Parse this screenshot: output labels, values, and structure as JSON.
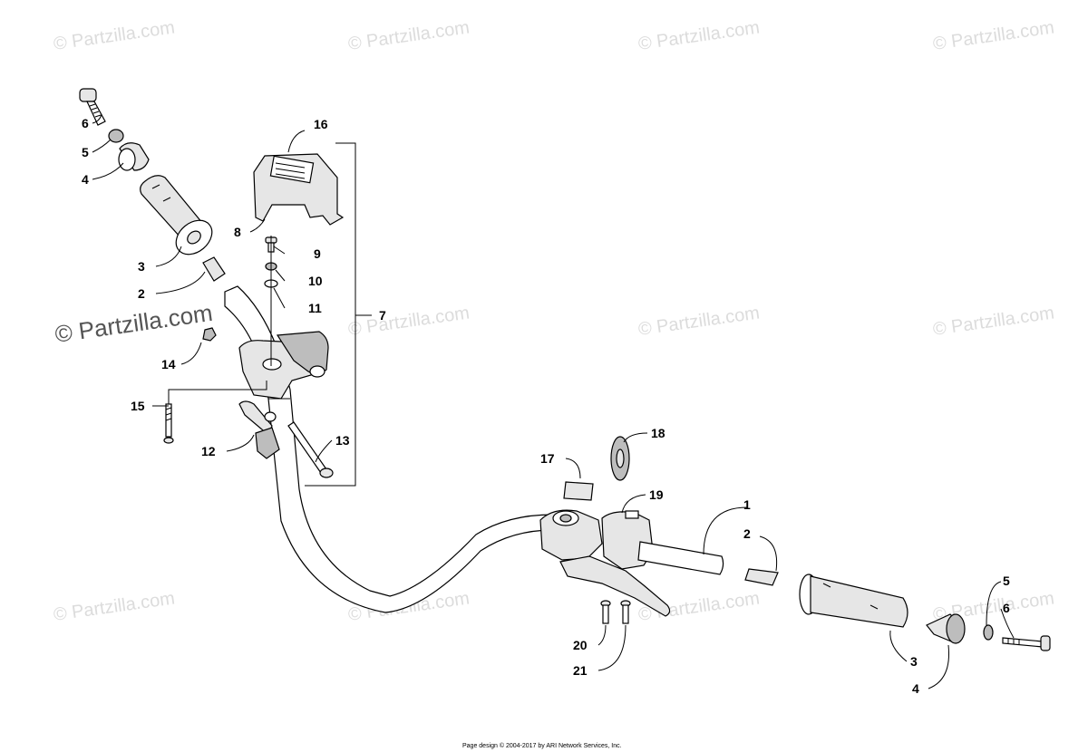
{
  "watermark": {
    "text": "© Partzilla.com"
  },
  "callouts": [
    {
      "id": "c6a",
      "label": "6"
    },
    {
      "id": "c5a",
      "label": "5"
    },
    {
      "id": "c4a",
      "label": "4"
    },
    {
      "id": "c3a",
      "label": "3"
    },
    {
      "id": "c2a",
      "label": "2"
    },
    {
      "id": "c16",
      "label": "16"
    },
    {
      "id": "c8",
      "label": "8"
    },
    {
      "id": "c9",
      "label": "9"
    },
    {
      "id": "c10",
      "label": "10"
    },
    {
      "id": "c11",
      "label": "11"
    },
    {
      "id": "c7",
      "label": "7"
    },
    {
      "id": "c14",
      "label": "14"
    },
    {
      "id": "c15",
      "label": "15"
    },
    {
      "id": "c12",
      "label": "12"
    },
    {
      "id": "c13",
      "label": "13"
    },
    {
      "id": "c18",
      "label": "18"
    },
    {
      "id": "c17",
      "label": "17"
    },
    {
      "id": "c19",
      "label": "19"
    },
    {
      "id": "c1",
      "label": "1"
    },
    {
      "id": "c2b",
      "label": "2"
    },
    {
      "id": "c5b",
      "label": "5"
    },
    {
      "id": "c6b",
      "label": "6"
    },
    {
      "id": "c3b",
      "label": "3"
    },
    {
      "id": "c4b",
      "label": "4"
    },
    {
      "id": "c20",
      "label": "20"
    },
    {
      "id": "c21",
      "label": "21"
    }
  ],
  "footer": {
    "text": "Page design © 2004-2017 by ARI Network Services, Inc."
  }
}
